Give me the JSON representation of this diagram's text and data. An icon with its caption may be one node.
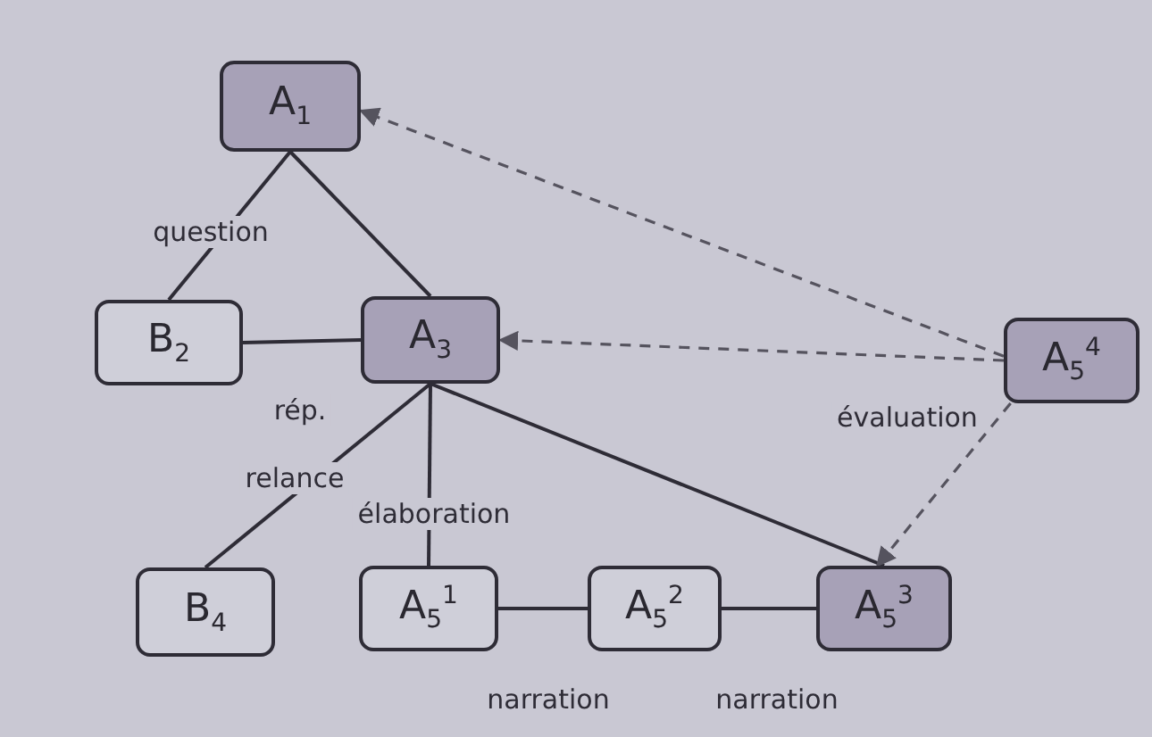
{
  "diagram": {
    "nodes": [
      {
        "text": [
          "A$_{1}$"
        ]
      },
      {
        "text": [
          "B$_{2}$"
        ]
      },
      {
        "text": [
          "A$_{3}$"
        ]
      },
      {
        "text": [
          "A$_{5}$$^{4}$"
        ]
      },
      {
        "text": [
          "B$_{4}$"
        ]
      },
      {
        "text": [
          "A$_{5}$$^{1}$"
        ]
      },
      {
        "text": [
          "A$_{5}$$^{2}$"
        ]
      },
      {
        "text": [
          "A$_{5}$$^{3}$"
        ]
      }
    ],
    "edges": [
      {
        "from": 0,
        "to": 1,
        "arrow": "none",
        "label": "question"
      },
      {
        "from": 0,
        "to": 2,
        "arrow": "none"
      },
      {
        "from": 1,
        "to": 2,
        "arrow": "none",
        "label": "rép."
      },
      {
        "from": 2,
        "to": 4,
        "arrow": "none",
        "label": "relance"
      },
      {
        "from": 2,
        "to": 5,
        "arrow": "none",
        "label": "élaboration"
      },
      {
        "from": 2,
        "to": 7,
        "arrow": "none"
      },
      {
        "from": 5,
        "to": 6,
        "arrow": "none",
        "label": "narration"
      },
      {
        "from": 6,
        "to": 7,
        "arrow": "none",
        "label": "narration"
      },
      {
        "from": 3,
        "to": 0,
        "arrow": "to",
        "style": "dashed"
      },
      {
        "from": 3,
        "to": 2,
        "arrow": "to",
        "style": "dashed"
      },
      {
        "from": 3,
        "to": 7,
        "arrow": "to",
        "style": "dashed",
        "label": "évaluation"
      }
    ]
  }
}
